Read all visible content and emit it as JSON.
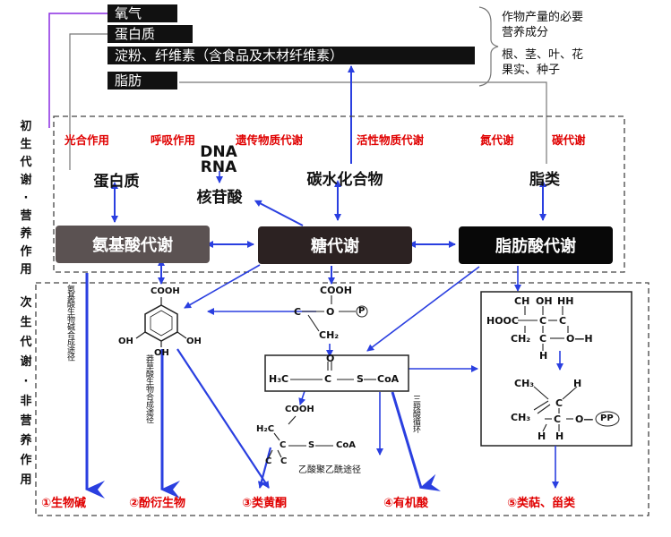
{
  "products_top": [
    "氧气",
    "蛋白质",
    "淀粉、纤维素（含食品及木材纤维素）",
    "脂肪"
  ],
  "crop_note": {
    "line1": "作物产量的必要",
    "line2": "营养成分",
    "line3": "根、茎、叶、花",
    "line4": "果实、种子"
  },
  "primary_label": [
    "初",
    "生",
    "代",
    "谢",
    "·",
    "营",
    "养",
    "作",
    "用"
  ],
  "secondary_label": [
    "次",
    "生",
    "代",
    "谢",
    "·",
    "非",
    "营",
    "养",
    "作",
    "用"
  ],
  "processes": [
    "光合作用",
    "呼吸作用",
    "遗传物质代谢",
    "活性物质代谢",
    "氮代谢",
    "碳代谢"
  ],
  "nodes": {
    "protein": "蛋白质",
    "dna": "DNA",
    "rna": "RNA",
    "nucleotide": "核苷酸",
    "carbohydrate": "碳水化合物",
    "lipid": "脂类"
  },
  "metabolism": {
    "amino": "氨基酸代谢",
    "sugar": "糖代谢",
    "fatty": "脂肪酸代谢"
  },
  "pathways": {
    "alkaloid_path": "氨基酸生物碱合成途径",
    "shikimate_path": "莽草酸生物合成途径",
    "acetate_path": "乙酸聚乙酰途径",
    "tca": "三羧酸循环"
  },
  "products_bottom": [
    "①生物碱",
    "②酚衍生物",
    "③类黄酮",
    "④有机酸",
    "⑤类萜、甾类"
  ],
  "chem": {
    "cooh": "COOH",
    "oh": "OH",
    "pep_cooh": "COOH",
    "pep_c": "C",
    "pep_o": "O",
    "pep_p": "P",
    "pep_ch2": "CH₂",
    "acetyl_o": "O",
    "acetyl_h3c": "H₃C",
    "acetyl_c": "C",
    "acetyl_s": "S",
    "acetyl_coa": "CoA",
    "mal_cooh": "COOH",
    "mal_h2c": "H₂C",
    "mal_c": "C",
    "mal_s": "S",
    "mal_coa": "CoA",
    "mev_ch": "CH",
    "mev_oh": "OH",
    "mev_hh": "HH",
    "mev_hooc": "HOOC",
    "mev_c": "C",
    "mev_ch2": "CH₂",
    "mev_oh2": "O—H",
    "mev_h": "H",
    "ipp_ch3a": "CH₃",
    "ipp_ch3b": "CH₃",
    "ipp_h": "H",
    "ipp_c": "C",
    "ipp_o": "O—",
    "ipp_pp": "PP",
    "ipp_h2": "H",
    "ipp_h3": "H"
  }
}
